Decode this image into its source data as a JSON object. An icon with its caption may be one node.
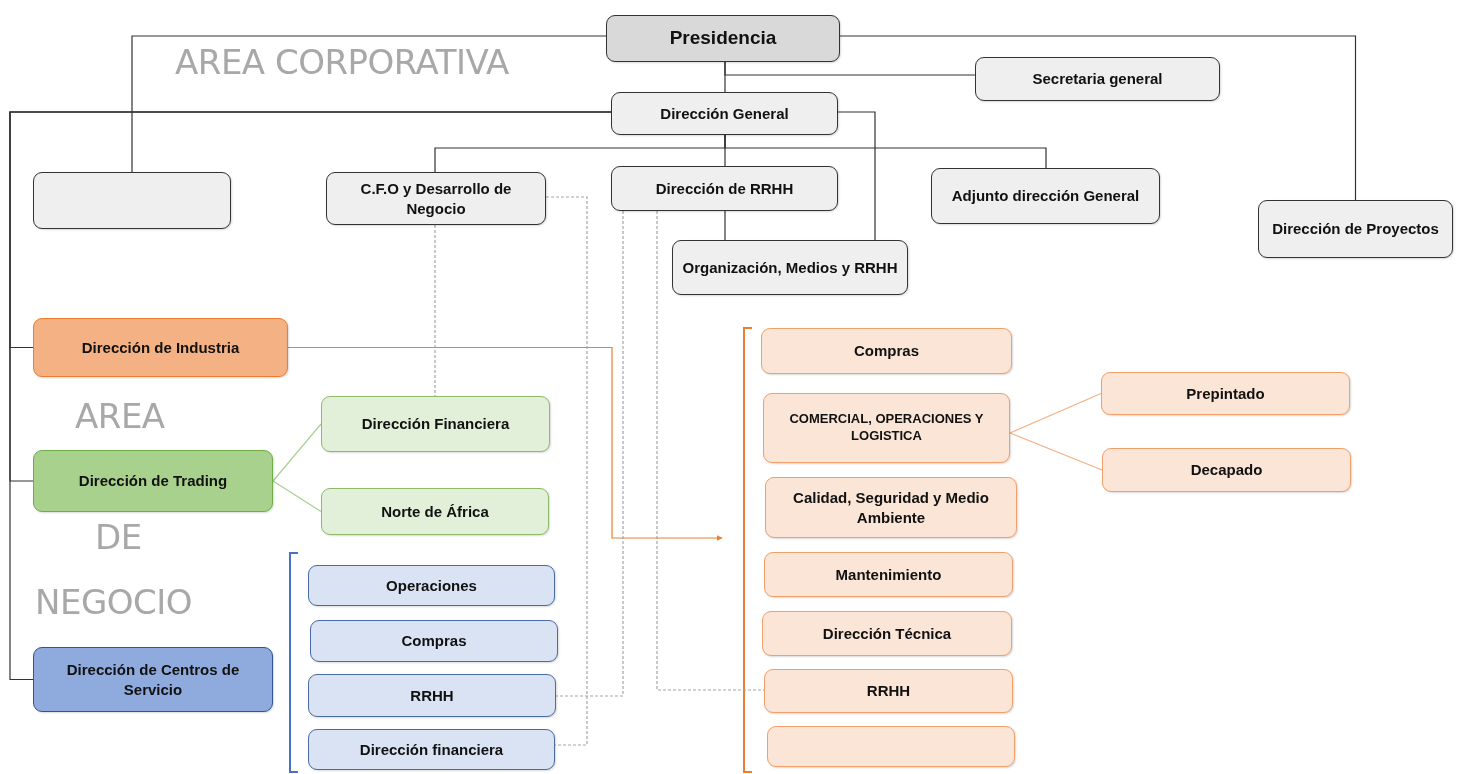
{
  "diagram": {
    "nodes": [
      {
        "text": [
          "Presidencia"
        ]
      },
      {
        "text": [
          "Secretaria general"
        ]
      },
      {
        "text": [
          "Dirección General"
        ]
      },
      {
        "text": [],
        "shape": "box"
      },
      {
        "text": [
          "C.F.O y Desarrollo de Negocio"
        ]
      },
      {
        "text": [
          "Dirección de RRHH"
        ]
      },
      {
        "text": [
          "Adjunto dirección General"
        ]
      },
      {
        "text": [
          "Dirección de Proyectos"
        ]
      },
      {
        "text": [
          "Organización, Medios y RRHH"
        ]
      },
      {
        "text": [
          "Dirección de Industria"
        ]
      },
      {
        "text": [
          "Dirección Financiera"
        ]
      },
      {
        "text": [
          "Dirección de Trading"
        ]
      },
      {
        "text": [
          "Norte de África"
        ]
      },
      {
        "text": [
          "Dirección de Centros de Servicio"
        ]
      },
      {
        "text": [
          "Operaciones"
        ]
      },
      {
        "text": [
          "Compras"
        ]
      },
      {
        "text": [
          "RRHH"
        ]
      },
      {
        "text": [
          "Dirección financiera"
        ]
      },
      {
        "text": [
          "Compras"
        ]
      },
      {
        "text": [
          "COMERCIAL, OPERACIONES Y LOGISTICA"
        ]
      },
      {
        "text": [
          "Calidad, Seguridad  y Medio Ambiente"
        ]
      },
      {
        "text": [
          "Mantenimiento"
        ]
      },
      {
        "text": [
          "Dirección Técnica"
        ]
      },
      {
        "text": [
          "RRHH"
        ]
      },
      {
        "text": [],
        "shape": "box"
      },
      {
        "text": [
          "Prepintado"
        ]
      },
      {
        "text": [
          "Decapado"
        ]
      }
    ],
    "edges": [
      {
        "from": 0,
        "to": 3,
        "arrow": "none"
      },
      {
        "from": 0,
        "to": 7,
        "arrow": "none"
      },
      {
        "from": 0,
        "to": 2,
        "arrow": "none"
      },
      {
        "from": 0,
        "to": 1,
        "arrow": "none"
      },
      {
        "from": 2,
        "to": 9,
        "arrow": "none"
      },
      {
        "from": 2,
        "to": 11,
        "arrow": "none"
      },
      {
        "from": 2,
        "to": 13,
        "arrow": "none"
      },
      {
        "from": 2,
        "to": 4,
        "arrow": "none"
      },
      {
        "from": 2,
        "to": 5,
        "arrow": "none"
      },
      {
        "from": 2,
        "to": 6,
        "arrow": "none"
      },
      {
        "from": 2,
        "to": 8,
        "arrow": "none"
      },
      {
        "from": 5,
        "to": 8,
        "arrow": "none"
      },
      {
        "from": 9,
        "to": null,
        "arrow": "to",
        "color": "#ed7d31"
      },
      {
        "from": 11,
        "to": 10,
        "arrow": "none",
        "color": "#a9d18e"
      },
      {
        "from": 11,
        "to": 12,
        "arrow": "none",
        "color": "#a9d18e"
      },
      {
        "from": 4,
        "to": 10,
        "arrow": "none",
        "style": "dashed",
        "color": "#a6a6a6"
      },
      {
        "from": 4,
        "to": 17,
        "arrow": "none",
        "style": "dashed",
        "color": "#a6a6a6"
      },
      {
        "from": 5,
        "to": 16,
        "arrow": "none",
        "style": "dashed",
        "color": "#a6a6a6"
      },
      {
        "from": 5,
        "to": 23,
        "arrow": "none",
        "style": "dashed",
        "color": "#a6a6a6"
      },
      {
        "from": 19,
        "to": 25,
        "arrow": "none",
        "color": "#f4b183"
      },
      {
        "from": 19,
        "to": 26,
        "arrow": "none",
        "color": "#f4b183"
      }
    ],
    "labels": [
      "AREA  CORPORATIVA",
      "AREA",
      "DE",
      "NEGOCIO"
    ]
  }
}
